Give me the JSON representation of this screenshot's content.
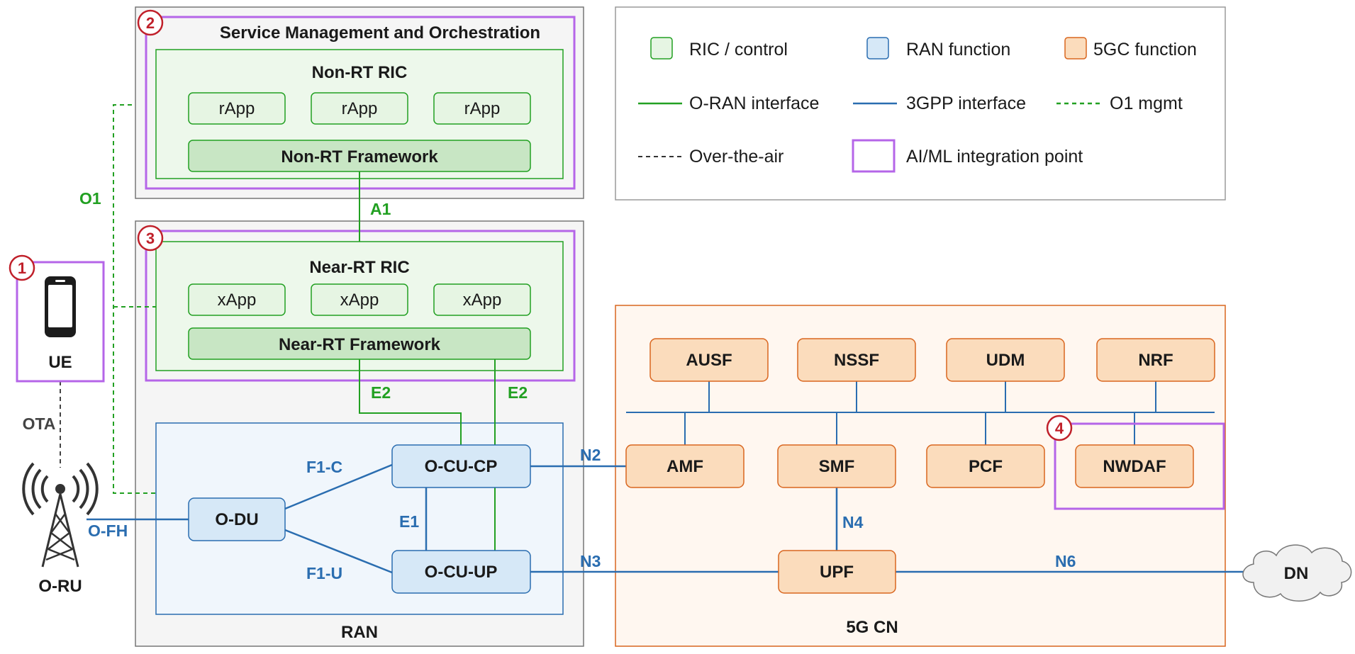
{
  "colors": {
    "oran_green": "#22a022",
    "gpp_blue": "#2a6db0",
    "core_orange": "#d9661f",
    "aiml_purple": "#b565e8",
    "badge_red": "#c0202a",
    "ric_fill": "#e6f5e3",
    "ran_fill": "#d6e8f7",
    "core_fill": "#fbdcbc"
  },
  "legend": {
    "ric_control": "RIC / control",
    "ran_function": "RAN function",
    "core_function": "5GC function",
    "oran_interface": "O-RAN interface",
    "gpp_interface": "3GPP interface",
    "o1_mgmt": "O1 mgmt",
    "over_the_air": "Over-the-air",
    "aiml_point": "AI/ML integration point"
  },
  "smo": {
    "title": "Service Management and Orchestration",
    "non_rt_ric": "Non-RT RIC",
    "apps": [
      "rApp",
      "rApp",
      "rApp"
    ],
    "framework": "Non-RT Framework"
  },
  "ran": {
    "title": "RAN",
    "near_rt_ric": "Near-RT RIC",
    "apps": [
      "xApp",
      "xApp",
      "xApp"
    ],
    "framework": "Near-RT Framework",
    "o_du": "O-DU",
    "o_cu_cp": "O-CU-CP",
    "o_cu_up": "O-CU-UP"
  },
  "ue": {
    "label": "UE",
    "icon": "smartphone-icon"
  },
  "o_ru": {
    "label": "O-RU",
    "icon": "radio-tower-icon"
  },
  "core": {
    "title": "5G CN",
    "top_nfs": [
      "AUSF",
      "NSSF",
      "UDM",
      "NRF"
    ],
    "bottom_nfs": [
      "AMF",
      "SMF",
      "PCF",
      "NWDAF"
    ],
    "upf": "UPF",
    "dn": "DN"
  },
  "interfaces": {
    "a1": "A1",
    "o1": "O1",
    "e2_left": "E2",
    "e2_right": "E2",
    "ota": "OTA",
    "o_fh": "O-FH",
    "f1_c": "F1-C",
    "f1_u": "F1-U",
    "e1": "E1",
    "n2": "N2",
    "n3": "N3",
    "n4": "N4",
    "n6": "N6"
  },
  "badges": [
    "1",
    "2",
    "3",
    "4"
  ]
}
